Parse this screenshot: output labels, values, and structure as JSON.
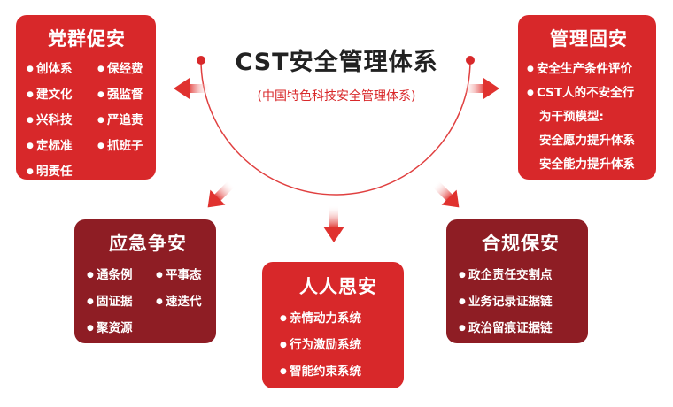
{
  "center": {
    "title": "CST安全管理体系",
    "subtitle": "(中国特色科技安全管理体系)"
  },
  "boxes": {
    "party": {
      "title": "党群促安",
      "items": [
        "创体系",
        "保经费",
        "建文化",
        "强监督",
        "兴科技",
        "严追责",
        "定标准",
        "抓班子",
        "明责任"
      ]
    },
    "management": {
      "title": "管理固安",
      "items": [
        "安全生产条件评价",
        "CST人的不安全行"
      ],
      "lines": [
        "为干预模型:",
        "安全愿力提升体系",
        "安全能力提升体系"
      ]
    },
    "emergency": {
      "title": "应急争安",
      "items": [
        "通条例",
        "平事态",
        "固证据",
        "速迭代",
        "聚资源"
      ]
    },
    "people": {
      "title": "人人思安",
      "items": [
        "亲情动力系统",
        "行为激励系统",
        "智能约束系统"
      ]
    },
    "compliance": {
      "title": "合规保安",
      "items": [
        "政企责任交割点",
        "业务记录证据链",
        "政治留痕证据链"
      ]
    }
  },
  "colors": {
    "red": "#d8282a",
    "dark_red": "#8e1d24",
    "text": "#222222"
  }
}
